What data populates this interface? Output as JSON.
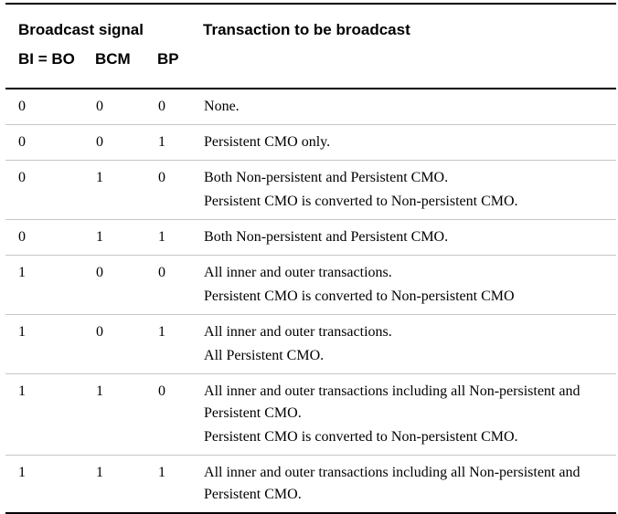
{
  "table": {
    "header": {
      "broadcast_signal": "Broadcast signal",
      "transaction": "Transaction to be broadcast",
      "bi_bo": "BI = BO",
      "bcm": "BCM",
      "bp": "BP"
    },
    "rows": [
      {
        "bi_bo": "0",
        "bcm": "0",
        "bp": "0",
        "transaction": [
          "None."
        ]
      },
      {
        "bi_bo": "0",
        "bcm": "0",
        "bp": "1",
        "transaction": [
          "Persistent CMO only."
        ]
      },
      {
        "bi_bo": "0",
        "bcm": "1",
        "bp": "0",
        "transaction": [
          "Both Non-persistent and Persistent CMO.",
          "Persistent CMO is converted to Non-persistent CMO."
        ]
      },
      {
        "bi_bo": "0",
        "bcm": "1",
        "bp": "1",
        "transaction": [
          "Both Non-persistent and Persistent CMO."
        ]
      },
      {
        "bi_bo": "1",
        "bcm": "0",
        "bp": "0",
        "transaction": [
          "All inner and outer transactions.",
          "Persistent CMO is converted to Non-persistent CMO"
        ]
      },
      {
        "bi_bo": "1",
        "bcm": "0",
        "bp": "1",
        "transaction": [
          "All inner and outer transactions.",
          "All Persistent CMO."
        ]
      },
      {
        "bi_bo": "1",
        "bcm": "1",
        "bp": "0",
        "transaction": [
          "All inner and outer transactions including all Non-persistent and Persistent CMO.",
          "Persistent CMO is converted to Non-persistent CMO."
        ]
      },
      {
        "bi_bo": "1",
        "bcm": "1",
        "bp": "1",
        "transaction": [
          "All inner and outer transactions including all Non-persistent and Persistent CMO."
        ]
      }
    ],
    "colors": {
      "background": "#ffffff",
      "text": "#000000",
      "rule_strong": "#000000",
      "rule_light": "#c6c6c6"
    }
  }
}
